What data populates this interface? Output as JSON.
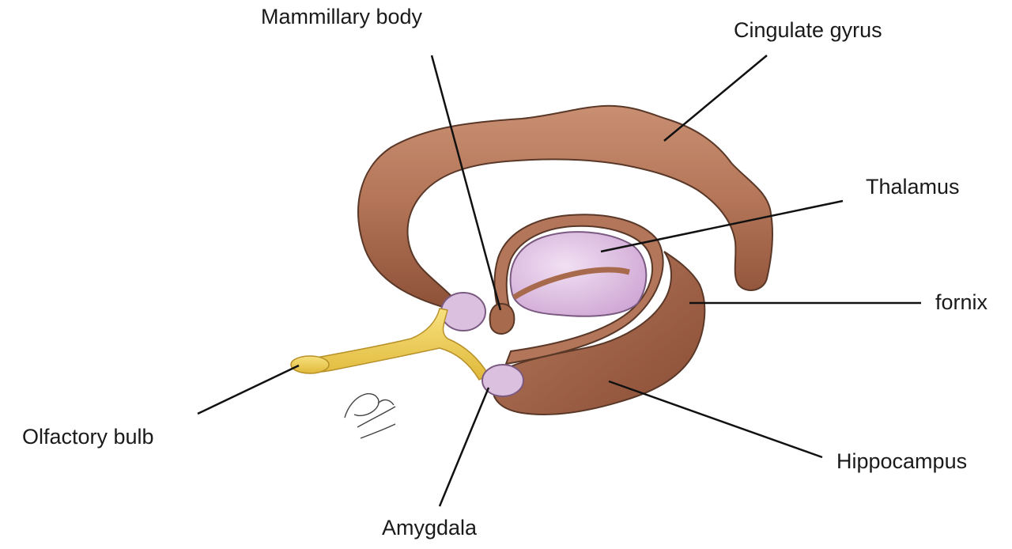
{
  "labels": {
    "mammillary_body": "Mammillary body",
    "cingulate_gyrus": "Cingulate gyrus",
    "thalamus": "Thalamus",
    "fornix": "fornix",
    "olfactory_bulb": "Olfactory bulb",
    "hippocampus": "Hippocampus",
    "amygdala": "Amygdala"
  },
  "colors": {
    "cingulate": "#b87a5e",
    "hippocampus": "#a86a4d",
    "thalamus": "#e3c8e6",
    "olfactory": "#f2d35a",
    "outline": "#5a3828",
    "leader_line": "#111111"
  },
  "signature": "artist signature (handwritten)"
}
